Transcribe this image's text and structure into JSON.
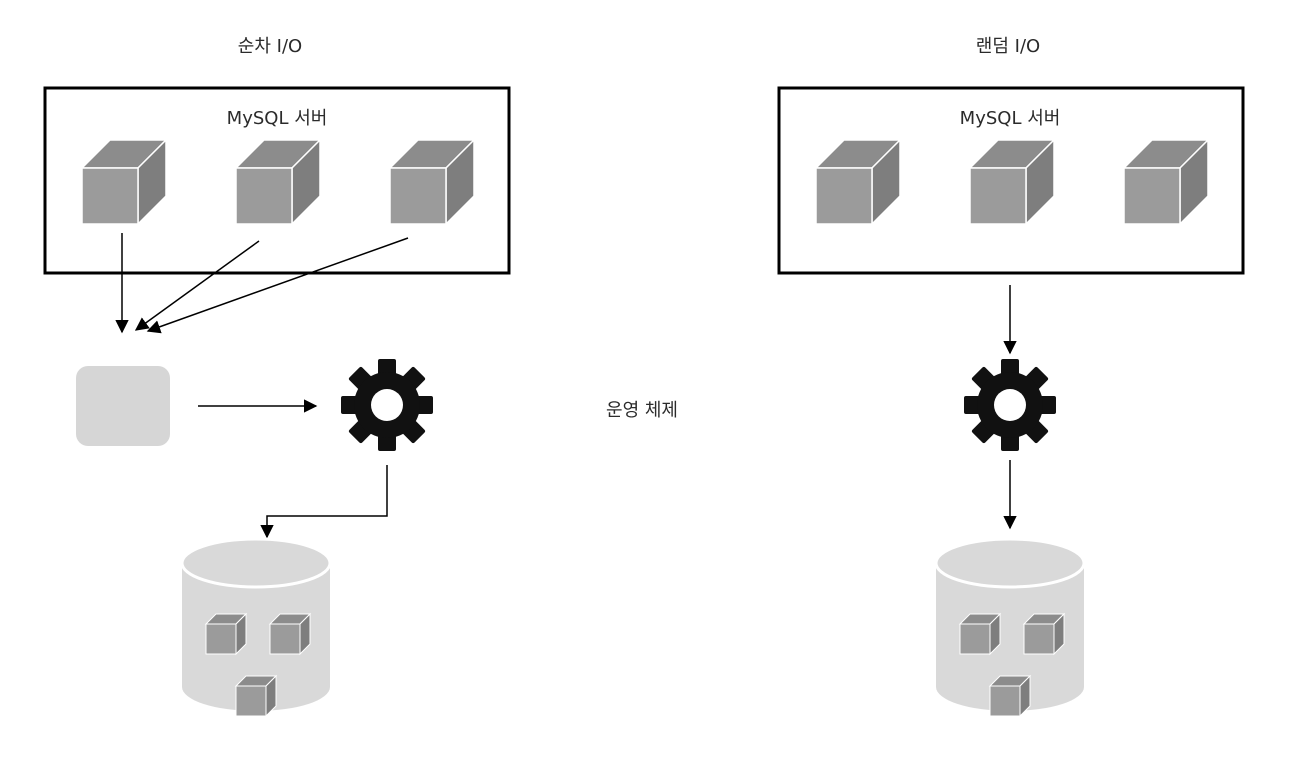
{
  "sequential": {
    "title": "순차 I/O",
    "server_label": "MySQL 서버"
  },
  "random": {
    "title": "랜덤 I/O",
    "server_label": "MySQL 서버"
  },
  "os_label": "운영 체제",
  "icons": {
    "page_block": "cube-icon",
    "os": "gear-icon",
    "disk": "database-cylinder-icon",
    "buffer": "buffer-block-icon"
  },
  "colors": {
    "cube_front": "#9a9a9a",
    "cube_top": "#8a8a8a",
    "cube_side": "#7d7d7d",
    "buffer": "#d6d6d6",
    "disk": "#d9d9d9",
    "gear": "#111111",
    "stroke": "#000000"
  }
}
